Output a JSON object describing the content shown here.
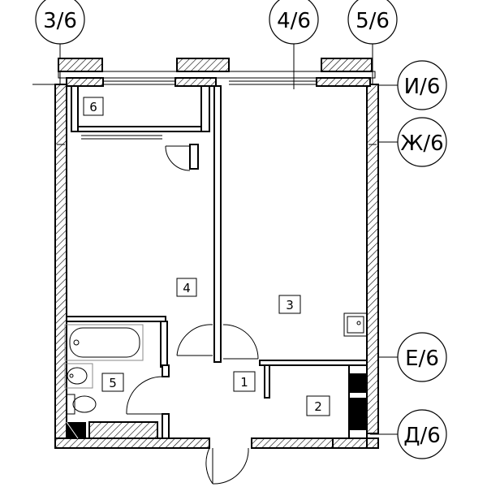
{
  "axes": {
    "top": [
      {
        "id": "axis-3-6",
        "label": "3/6"
      },
      {
        "id": "axis-4-6",
        "label": "4/6"
      },
      {
        "id": "axis-5-6",
        "label": "5/6"
      }
    ],
    "right": [
      {
        "id": "axis-i-6",
        "label": "И/6"
      },
      {
        "id": "axis-zh-6",
        "label": "Ж/6"
      },
      {
        "id": "axis-e-6",
        "label": "Е/6"
      },
      {
        "id": "axis-d-6",
        "label": "Д/6"
      }
    ]
  },
  "rooms": [
    {
      "id": "room-1",
      "label": "1"
    },
    {
      "id": "room-2",
      "label": "2"
    },
    {
      "id": "room-3",
      "label": "3"
    },
    {
      "id": "room-4",
      "label": "4"
    },
    {
      "id": "room-5",
      "label": "5"
    },
    {
      "id": "room-6",
      "label": "6"
    }
  ]
}
